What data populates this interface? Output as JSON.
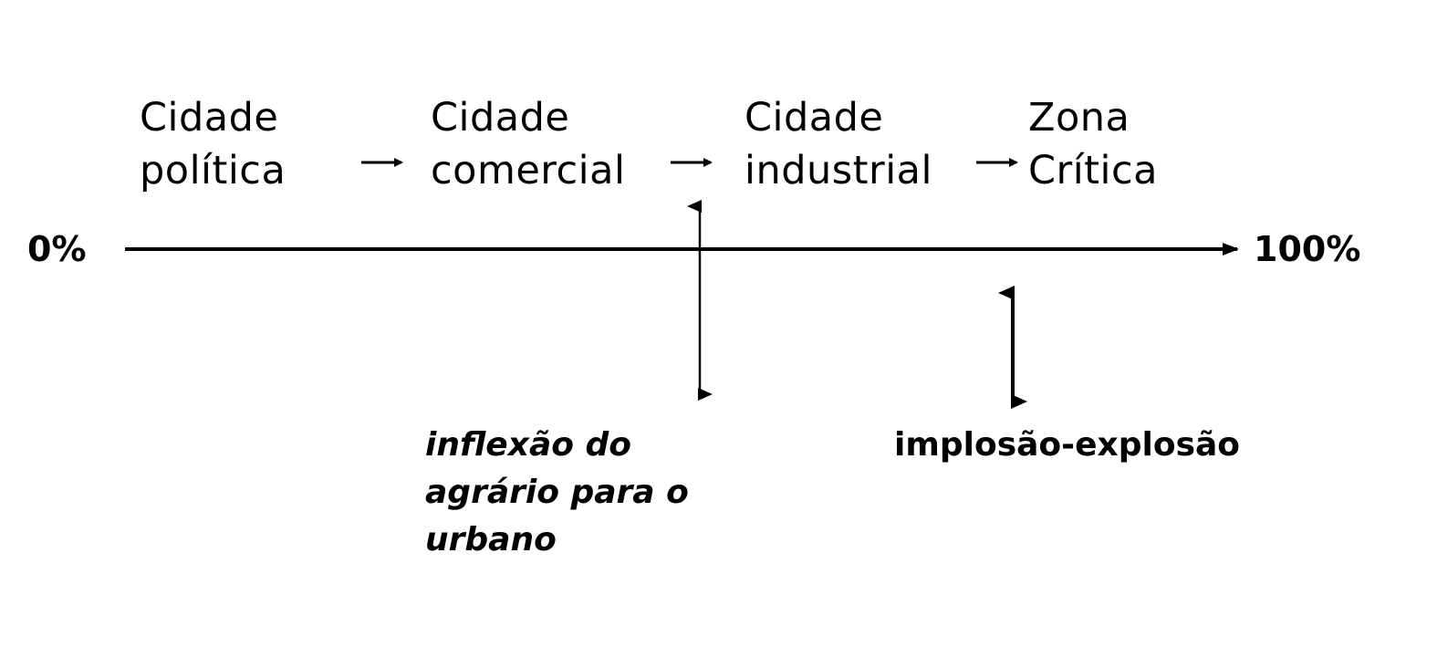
{
  "stages": [
    {
      "line1": "Cidade",
      "line2": "política"
    },
    {
      "line1": "Cidade",
      "line2": "comercial"
    },
    {
      "line1": "Cidade",
      "line2": "industrial"
    },
    {
      "line1": "Zona",
      "line2": "Crítica"
    }
  ],
  "axis": {
    "start_label": "0%",
    "end_label": "100%"
  },
  "annotations": {
    "inflection": {
      "line1": "inflexão do",
      "line2": "agrário para o",
      "line3": "urbano"
    },
    "implosion": "implosão-explosão"
  }
}
